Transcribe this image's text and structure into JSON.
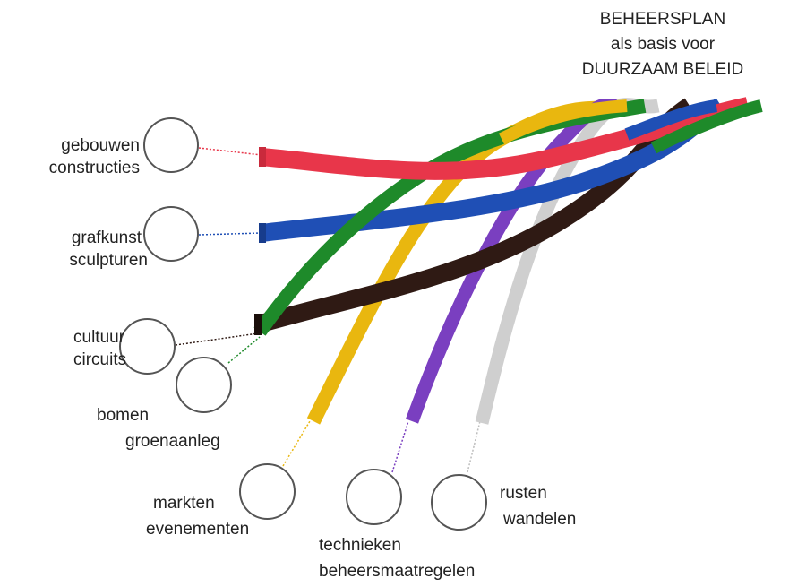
{
  "title": {
    "line1": "BEHEERSPLAN",
    "line2": "als basis voor",
    "line3": "DUURZAAM BELEID"
  },
  "strands": [
    {
      "id": "gebouwen",
      "line1": "gebouwen",
      "line2": "constructies",
      "color": "#e8364a"
    },
    {
      "id": "grafkunst",
      "line1": "grafkunst",
      "line2": "sculpturen",
      "color": "#1f4fb5"
    },
    {
      "id": "cultuur",
      "line1": "cultuur",
      "line2": "circuits",
      "color": "#2f1a14"
    },
    {
      "id": "bomen",
      "line1": "bomen",
      "line2": "groenaanleg",
      "color": "#1e8a2a"
    },
    {
      "id": "markten",
      "line1": "markten",
      "line2": "evenementen",
      "color": "#e9b70f"
    },
    {
      "id": "technieken",
      "line1": "technieken",
      "line2": "beheersmaatregelen",
      "color": "#7a3fc0"
    },
    {
      "id": "rusten",
      "line1": "rusten",
      "line2": "wandelen",
      "color": "#cfcfcf"
    }
  ]
}
